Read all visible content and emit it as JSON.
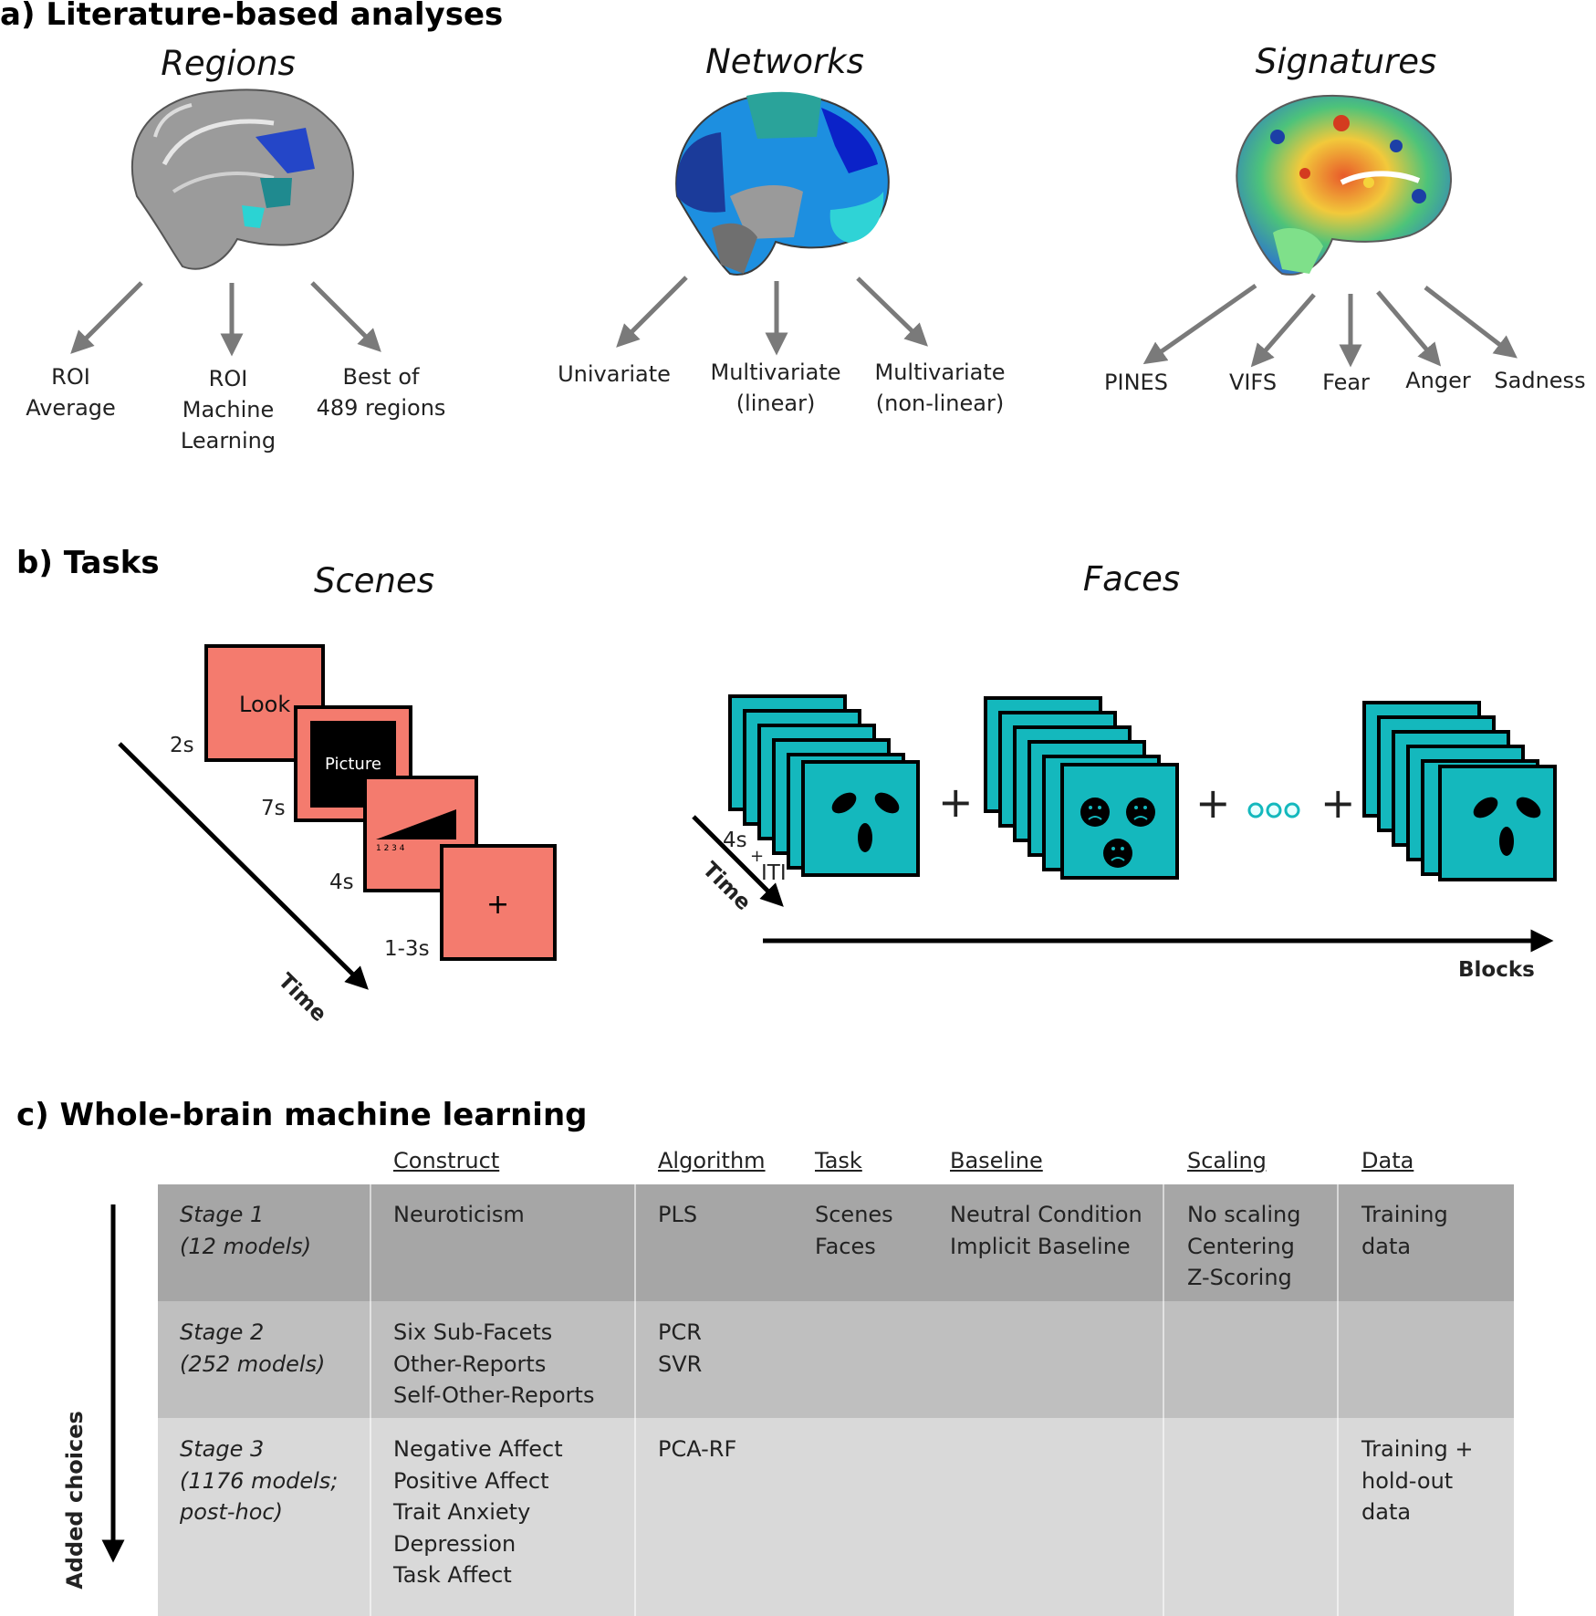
{
  "panel_a": {
    "heading": "a) Literature-based analyses",
    "columns": [
      {
        "title": "Regions",
        "labels": [
          "ROI\nAverage",
          "ROI\nMachine\nLearning",
          "Best of\n489 regions"
        ]
      },
      {
        "title": "Networks",
        "labels": [
          "Univariate",
          "Multivariate\n(linear)",
          "Multivariate\n(non-linear)"
        ]
      },
      {
        "title": "Signatures",
        "labels": [
          "PINES",
          "VIFS",
          "Fear",
          "Anger",
          "Sadness"
        ]
      }
    ]
  },
  "panel_b": {
    "heading": "b) Tasks",
    "scenes": {
      "title": "Scenes",
      "screens": [
        "Look",
        "Picture",
        "1   2   3   4",
        "+"
      ],
      "durations": [
        "2s",
        "7s",
        "4s",
        "1-3s"
      ],
      "time_label": "Time"
    },
    "faces": {
      "title": "Faces",
      "duration": "4s",
      "iti_plus": "+",
      "iti": "ITI",
      "time_label": "Time",
      "blocks_label": "Blocks",
      "plus": "+",
      "ellipsis": "…"
    }
  },
  "panel_c": {
    "heading": "c) Whole-brain machine learning",
    "headers": [
      "Construct",
      "Algorithm",
      "Task",
      "Baseline",
      "Scaling",
      "Data"
    ],
    "side_label": "Added choices",
    "rows": [
      {
        "stage": "Stage 1\n(12 models)",
        "construct": "Neuroticism",
        "algorithm": "PLS",
        "task": "Scenes\nFaces",
        "baseline": "Neutral Condition\nImplicit Baseline",
        "scaling": "No scaling\nCentering\nZ-Scoring",
        "data": "Training\ndata"
      },
      {
        "stage": "Stage 2\n(252 models)",
        "construct": "Six Sub-Facets\nOther-Reports\nSelf-Other-Reports",
        "algorithm": "PCR\nSVR",
        "task": "",
        "baseline": "",
        "scaling": "",
        "data": ""
      },
      {
        "stage": "Stage 3\n(1176 models;\npost-hoc)",
        "construct": "Negative Affect\nPositive Affect\nTrait Anxiety\nDepression\nTask Affect",
        "algorithm": "PCA-RF",
        "task": "",
        "baseline": "",
        "scaling": "",
        "data": "Training +\nhold-out\ndata"
      }
    ]
  },
  "colors": {
    "salmon": "#f47b6e",
    "teal": "#14b8bd",
    "row1": "#a6a6a6",
    "row2": "#bfbfbf",
    "row3": "#d9d9d9",
    "arrow_gray": "#7a7a7a"
  }
}
